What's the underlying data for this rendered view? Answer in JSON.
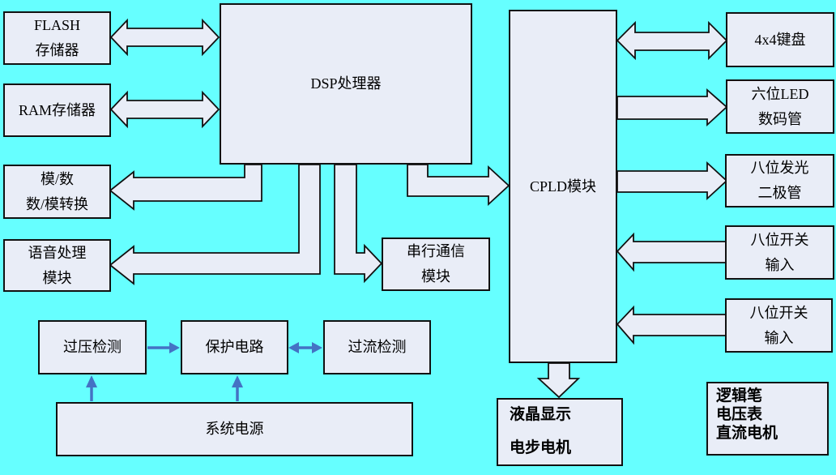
{
  "colors": {
    "background": "#66FFFF",
    "box_fill": "#E9EDF7",
    "box_border": "#111111",
    "block_arrow_fill": "#E9EDF7",
    "accent_blue": "#4472C4",
    "text": "#000000"
  },
  "blocks": {
    "flash": {
      "lines": [
        "FLASH",
        "存储器"
      ]
    },
    "ram": {
      "lines": [
        "RAM存储器"
      ]
    },
    "ad_da": {
      "lines": [
        "模/数",
        "数/模转换"
      ]
    },
    "voice": {
      "lines": [
        "语音处理",
        "模块"
      ]
    },
    "dsp": {
      "lines": [
        "DSP处理器"
      ]
    },
    "serial": {
      "lines": [
        "串行通信",
        "模块"
      ]
    },
    "cpld": {
      "lines": [
        "CPLD模块"
      ]
    },
    "keypad": {
      "lines": [
        "4x4键盘"
      ]
    },
    "led_display": {
      "lines": [
        "六位LED",
        "数码管"
      ]
    },
    "led_diode": {
      "lines": [
        "八位发光",
        "二极管"
      ]
    },
    "switch_in_1": {
      "lines": [
        "八位开关",
        "输入"
      ]
    },
    "switch_in_2": {
      "lines": [
        "八位开关",
        "输入"
      ]
    },
    "overvolt": {
      "lines": [
        "过压检测"
      ]
    },
    "protect": {
      "lines": [
        "保护电路"
      ]
    },
    "overcurrent": {
      "lines": [
        "过流检测"
      ]
    },
    "power": {
      "lines": [
        "系统电源"
      ]
    },
    "lcd": {
      "lines": [
        "液晶显示",
        "电步电机"
      ]
    },
    "tools": {
      "lines": [
        "逻辑笔",
        "电压表",
        "直流电机"
      ]
    }
  }
}
